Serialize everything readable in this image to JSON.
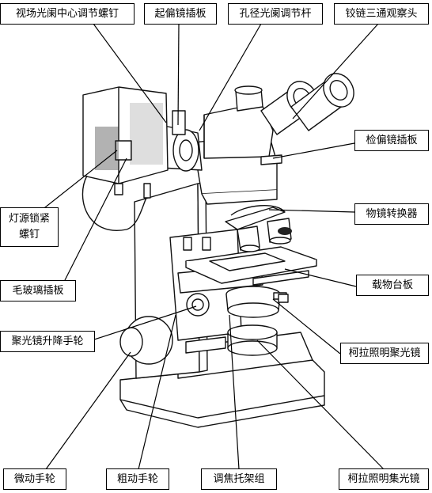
{
  "labels": {
    "field_diaphragm_screw": "视场光阑中心调节螺钉",
    "polarizer_slider": "起偏镜插板",
    "aperture_rod": "孔径光阑调节杆",
    "trinocular_head": "铰链三通观察头",
    "analyzer_slider": "检偏镜插板",
    "lamp_screw_line1": "灯源锁紧",
    "lamp_screw_line2": "螺钉",
    "nosepiece": "物镜转换器",
    "frosted_glass": "毛玻璃插板",
    "stage_plate": "载物台板",
    "condenser_knob": "聚光镜升降手轮",
    "kohler_condenser": "柯拉照明聚光镜",
    "fine_knob": "微动手轮",
    "coarse_knob": "粗动手轮",
    "focus_bracket": "调焦托架组",
    "kohler_collector": "柯拉照明集光镜"
  }
}
